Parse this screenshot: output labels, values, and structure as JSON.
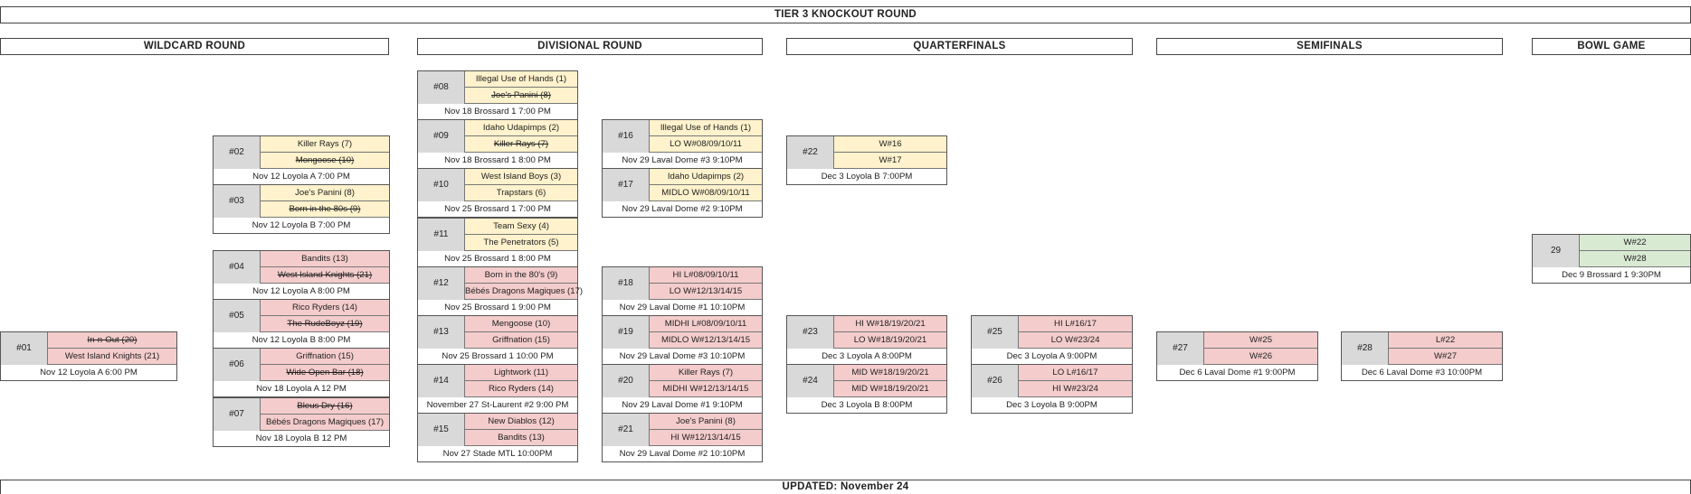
{
  "header": {
    "title": "TIER 3 KNOCKOUT ROUND"
  },
  "columns": {
    "wildcard": "WILDCARD ROUND",
    "divisional": "DIVISIONAL ROUND",
    "quarterfinals": "QUARTERFINALS",
    "semifinals": "SEMIFINALS",
    "bowl": "BOWL GAME"
  },
  "colors": {
    "yellow": "#fff2cc",
    "pink": "#f4cccc",
    "green": "#d9ead3",
    "id_cell": "#d9d9d9"
  },
  "games": [
    {
      "id": "#01",
      "team1": "In-n-Out (20)",
      "team1_struck": true,
      "team2": "West Island Knights (21)",
      "team2_struck": false,
      "info": "Nov 12 Loyola A 6:00 PM",
      "color": "pink"
    },
    {
      "id": "#02",
      "team1": "Killer Rays (7)",
      "team1_struck": false,
      "team2": "Mongoose (10)",
      "team2_struck": true,
      "info": "Nov 12 Loyola A 7:00 PM",
      "color": "yellow"
    },
    {
      "id": "#03",
      "team1": "Joe's Panini (8)",
      "team1_struck": false,
      "team2": "Born in the 80s (9)",
      "team2_struck": true,
      "info": "Nov 12 Loyola B 7:00 PM",
      "color": "yellow"
    },
    {
      "id": "#04",
      "team1": "Bandits (13)",
      "team1_struck": false,
      "team2": "West Island Knights (21)",
      "team2_struck": true,
      "info": "Nov 12 Loyola A 8:00 PM",
      "color": "pink"
    },
    {
      "id": "#05",
      "team1": "Rico Ryders (14)",
      "team1_struck": false,
      "team2": "The RudeBoyz (19)",
      "team2_struck": true,
      "info": "Nov 12 Loyola B 8:00 PM",
      "color": "pink"
    },
    {
      "id": "#06",
      "team1": "Griffnation (15)",
      "team1_struck": false,
      "team2": "Wide Open Bar (18)",
      "team2_struck": true,
      "info": "Nov 18 Loyola A 12 PM",
      "color": "pink"
    },
    {
      "id": "#07",
      "team1": "Bleus Dry (16)",
      "team1_struck": true,
      "team2": "Bébés Dragons Magiques (17)",
      "team2_struck": false,
      "info": "Nov 18 Loyola B 12 PM",
      "color": "pink"
    },
    {
      "id": "#08",
      "team1": "Illegal Use of Hands (1)",
      "team1_struck": false,
      "team2": "Joe's Panini (8)",
      "team2_struck": true,
      "info": "Nov 18 Brossard 1 7:00 PM",
      "color": "yellow"
    },
    {
      "id": "#09",
      "team1": "Idaho Udapimps (2)",
      "team1_struck": false,
      "team2": "Killer Rays (7)",
      "team2_struck": true,
      "info": "Nov 18 Brossard 1 8:00 PM",
      "color": "yellow"
    },
    {
      "id": "#10",
      "team1": "West Island Boys (3)",
      "team1_struck": false,
      "team2": "Trapstars (6)",
      "team2_struck": false,
      "info": "Nov 25 Brossard 1 7:00 PM",
      "color": "yellow"
    },
    {
      "id": "#11",
      "team1": "Team Sexy (4)",
      "team1_struck": false,
      "team2": "The Penetrators (5)",
      "team2_struck": false,
      "info": "Nov 25 Brossard 1 8:00 PM",
      "color": "yellow"
    },
    {
      "id": "#12",
      "team1": "Born in the 80's (9)",
      "team1_struck": false,
      "team2": "Bébés Dragons Magiques (17)",
      "team2_struck": false,
      "info": "Nov 25 Brossard 1 9:00 PM",
      "color": "pink"
    },
    {
      "id": "#13",
      "team1": "Mengoose (10)",
      "team1_struck": false,
      "team2": "Griffnation (15)",
      "team2_struck": false,
      "info": "Nov 25 Brossard 1 10:00 PM",
      "color": "pink"
    },
    {
      "id": "#14",
      "team1": "Lightwork (11)",
      "team1_struck": false,
      "team2": "Rico Ryders (14)",
      "team2_struck": false,
      "info": "November 27 St-Laurent #2 9:00 PM",
      "color": "pink"
    },
    {
      "id": "#15",
      "team1": "New Diablos (12)",
      "team1_struck": false,
      "team2": "Bandits (13)",
      "team2_struck": false,
      "info": "Nov 27 Stade MTL 10:00PM",
      "color": "pink"
    },
    {
      "id": "#16",
      "team1": "Illegal Use of Hands (1)",
      "team1_struck": false,
      "team2": "LO W#08/09/10/11",
      "team2_struck": false,
      "info": "Nov 29 Laval Dome #3 9:10PM",
      "color": "yellow"
    },
    {
      "id": "#17",
      "team1": "Idaho Udapimps (2)",
      "team1_struck": false,
      "team2": "MIDLO W#08/09/10/11",
      "team2_struck": false,
      "info": "Nov 29 Laval Dome #2 9:10PM",
      "color": "yellow"
    },
    {
      "id": "#18",
      "team1": "HI L#08/09/10/11",
      "team1_struck": false,
      "team2": "LO W#12/13/14/15",
      "team2_struck": false,
      "info": "Nov 29 Laval Dome #1 10:10PM",
      "color": "pink"
    },
    {
      "id": "#19",
      "team1": "MIDHI L#08/09/10/11",
      "team1_struck": false,
      "team2": "MIDLO W#12/13/14/15",
      "team2_struck": false,
      "info": "Nov 29 Laval Dome #3 10:10PM",
      "color": "pink"
    },
    {
      "id": "#20",
      "team1": "Killer Rays (7)",
      "team1_struck": false,
      "team2": "MIDHI W#12/13/14/15",
      "team2_struck": false,
      "info": "Nov 29 Laval Dome #1 9:10PM",
      "color": "pink"
    },
    {
      "id": "#21",
      "team1": "Joe's Panini (8)",
      "team1_struck": false,
      "team2": "HI W#12/13/14/15",
      "team2_struck": false,
      "info": "Nov 29 Laval Dome #2 10:10PM",
      "color": "pink"
    },
    {
      "id": "#22",
      "team1": "W#16",
      "team1_struck": false,
      "team2": "W#17",
      "team2_struck": false,
      "info": "Dec 3 Loyola B 7:00PM",
      "color": "yellow"
    },
    {
      "id": "#23",
      "team1": "HI W#18/19/20/21",
      "team1_struck": false,
      "team2": "LO W#18/19/20/21",
      "team2_struck": false,
      "info": "Dec 3 Loyola A 8:00PM",
      "color": "pink"
    },
    {
      "id": "#24",
      "team1": "MID W#18/19/20/21",
      "team1_struck": false,
      "team2": "MID W#18/19/20/21",
      "team2_struck": false,
      "info": "Dec 3 Loyola B 8:00PM",
      "color": "pink"
    },
    {
      "id": "#25",
      "team1": "HI L#16/17",
      "team1_struck": false,
      "team2": "LO W#23/24",
      "team2_struck": false,
      "info": "Dec 3 Loyola A 9:00PM",
      "color": "pink"
    },
    {
      "id": "#26",
      "team1": "LO L#16/17",
      "team1_struck": false,
      "team2": "HI W#23/24",
      "team2_struck": false,
      "info": "Dec 3 Loyola B 9:00PM",
      "color": "pink"
    },
    {
      "id": "#27",
      "team1": "W#25",
      "team1_struck": false,
      "team2": "W#26",
      "team2_struck": false,
      "info": "Dec 6 Laval Dome #1 9:00PM",
      "color": "pink"
    },
    {
      "id": "#28",
      "team1": "L#22",
      "team1_struck": false,
      "team2": "W#27",
      "team2_struck": false,
      "info": "Dec 6 Laval Dome #3 10:00PM",
      "color": "pink"
    },
    {
      "id": "29",
      "team1": "W#22",
      "team1_struck": false,
      "team2": "W#28",
      "team2_struck": false,
      "info": "Dec 9 Brossard 1 9:30PM",
      "color": "green"
    }
  ],
  "footer": {
    "updated": "UPDATED: November 24"
  }
}
